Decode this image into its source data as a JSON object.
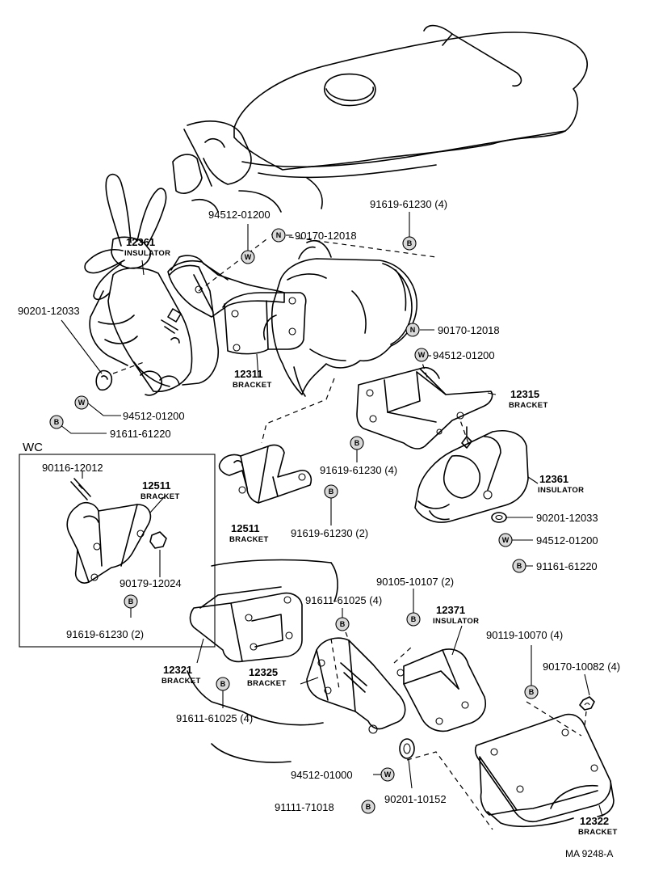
{
  "part_numbers": {
    "p94512_01200_top": "94512-01200",
    "p91619_61230_4_top": "91619-61230 (4)",
    "p90170_12018_top": "90170-12018",
    "p90201_12033_left": "90201-12033",
    "p90170_12018_mid": "90170-12018",
    "p94512_01200_mid": "94512-01200",
    "p94512_01200_left": "94512-01200",
    "p91611_61220_left": "91611-61220",
    "p91619_61230_4_mid": "91619-61230 (4)",
    "p91619_61230_2_mid": "91619-61230 (2)",
    "p90201_12033_right": "90201-12033",
    "p94512_01200_right": "94512-01200",
    "p91161_61220_right": "91161-61220",
    "p90116_12012": "90116-12012",
    "p90179_12024": "90179-12024",
    "p91619_61230_2_wc": "91619-61230 (2)",
    "p90105_10107": "90105-10107 (2)",
    "p91611_61025_4_top": "91611-61025 (4)",
    "p90119_10070": "90119-10070 (4)",
    "p90170_10082": "90170-10082 (4)",
    "p91611_61025_4_bottom": "91611-61025 (4)",
    "p94512_01000": "94512-01000",
    "p90201_10152": "90201-10152",
    "p91111_71018": "91111-71018"
  },
  "callouts": {
    "c12361_top": {
      "number": "12361",
      "name": "INSULATOR"
    },
    "c12311": {
      "number": "12311",
      "name": "BRACKET"
    },
    "c12315": {
      "number": "12315",
      "name": "BRACKET"
    },
    "c12361_right": {
      "number": "12361",
      "name": "INSULATOR"
    },
    "c12511_main": {
      "number": "12511",
      "name": "BRACKET"
    },
    "c12511_wc": {
      "number": "12511",
      "name": "BRACKET"
    },
    "c12371": {
      "number": "12371",
      "name": "INSULATOR"
    },
    "c12321": {
      "number": "12321",
      "name": "BRACKET"
    },
    "c12325": {
      "number": "12325",
      "name": "BRACKET"
    },
    "c12322": {
      "number": "12322",
      "name": "BRACKET"
    }
  },
  "symbols": {
    "washer": "W",
    "bolt": "B",
    "nut": "N"
  },
  "inset_label": "WC",
  "figure_code": "MA 9248-A"
}
